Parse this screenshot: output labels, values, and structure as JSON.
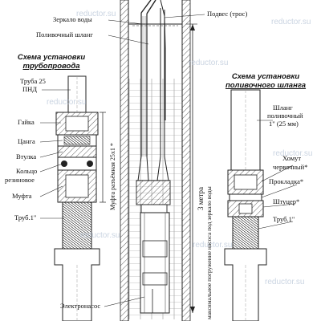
{
  "top_labels": {
    "water_mirror": "Зеркало воды",
    "hose": "Поливочный шланг",
    "suspension": "Подвес (трос)"
  },
  "left_scheme": {
    "title_line1": "Схема установки",
    "title_line2": "трубопровода",
    "labels": [
      "Труба 25",
      "ПНД",
      "Гайка",
      "Цанга",
      "Втулка",
      "Кольцо",
      "резиновое",
      "Муфта",
      "Труб.1\""
    ],
    "coupling_note": "Муфта разъёмная 25х1 *"
  },
  "right_scheme": {
    "title_line1": "Схема установки",
    "title_line2": "поливочного шланга",
    "labels": [
      "Шланг",
      "поливочный",
      "1\" (25 мм)",
      "Хомут",
      "червячный*",
      "Прокладка*",
      "Штуцер*",
      "Труб.1\""
    ]
  },
  "dimension": {
    "length": "3 метра",
    "depth_note": "максимальное погружение насоса под зеркало воды"
  },
  "bottom_labels": {
    "pump": "Электронасос"
  },
  "watermarks": [
    "reductor.su",
    "reductor.su",
    "reductor.su",
    "reductor.su",
    "reductor.su",
    "reductor.su",
    "reductor.su",
    "reductor.su"
  ]
}
